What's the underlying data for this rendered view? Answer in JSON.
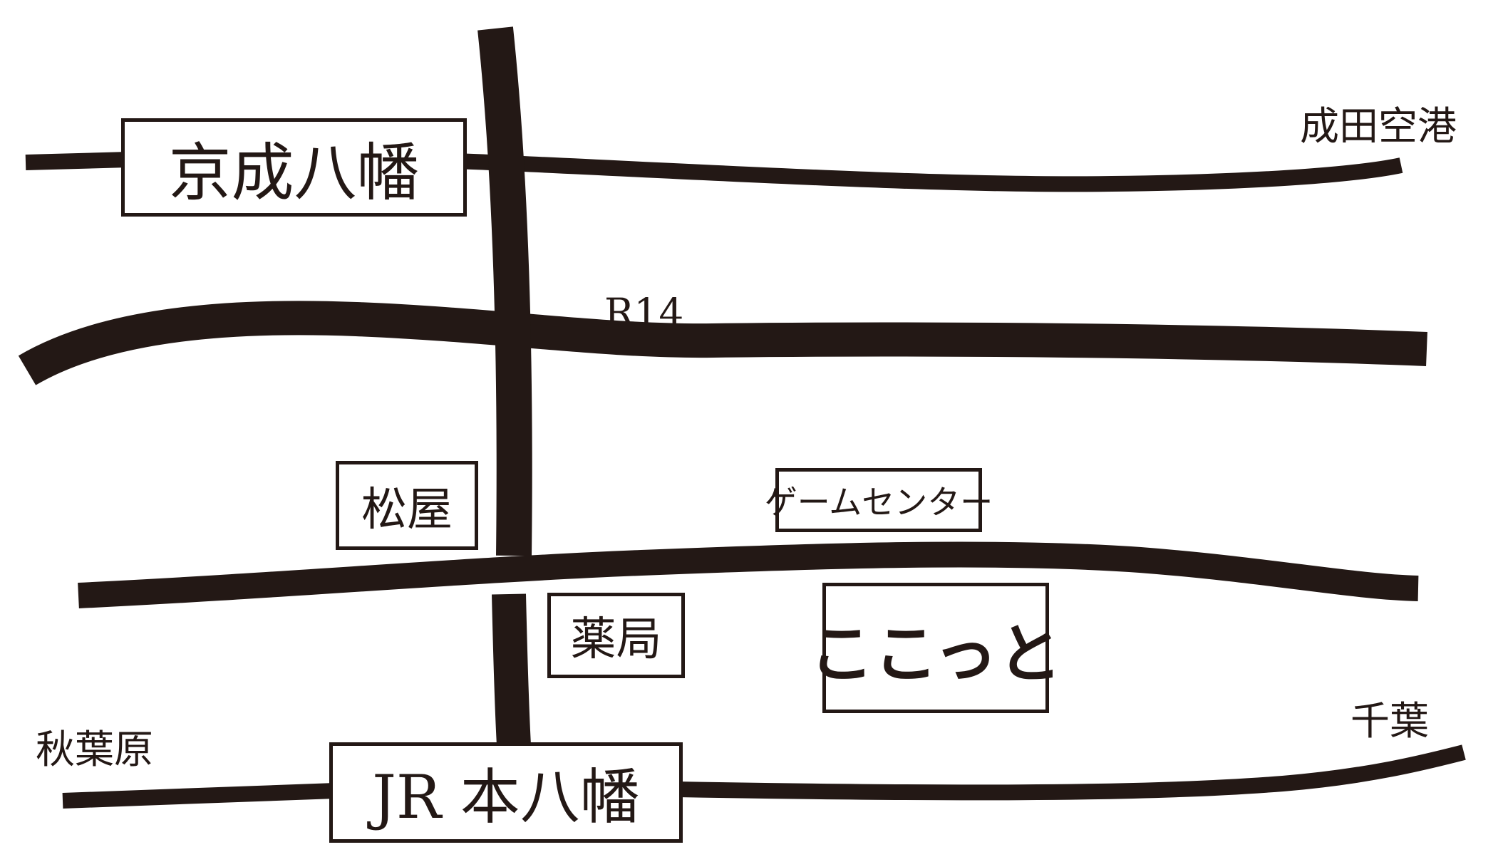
{
  "map": {
    "ink_color": "#231815",
    "background_color": "#ffffff",
    "stations": {
      "keisei": "京成八幡",
      "jr": "JR 本八幡"
    },
    "road_labels": {
      "route": "R14"
    },
    "landmarks": {
      "matsuya": "松屋",
      "game_center": "ゲームセンター",
      "pharmacy": "薬局",
      "destination": "ここっと"
    },
    "directions": {
      "narita": "成田空港",
      "akihabara": "秋葉原",
      "chiba": "千葉"
    }
  }
}
